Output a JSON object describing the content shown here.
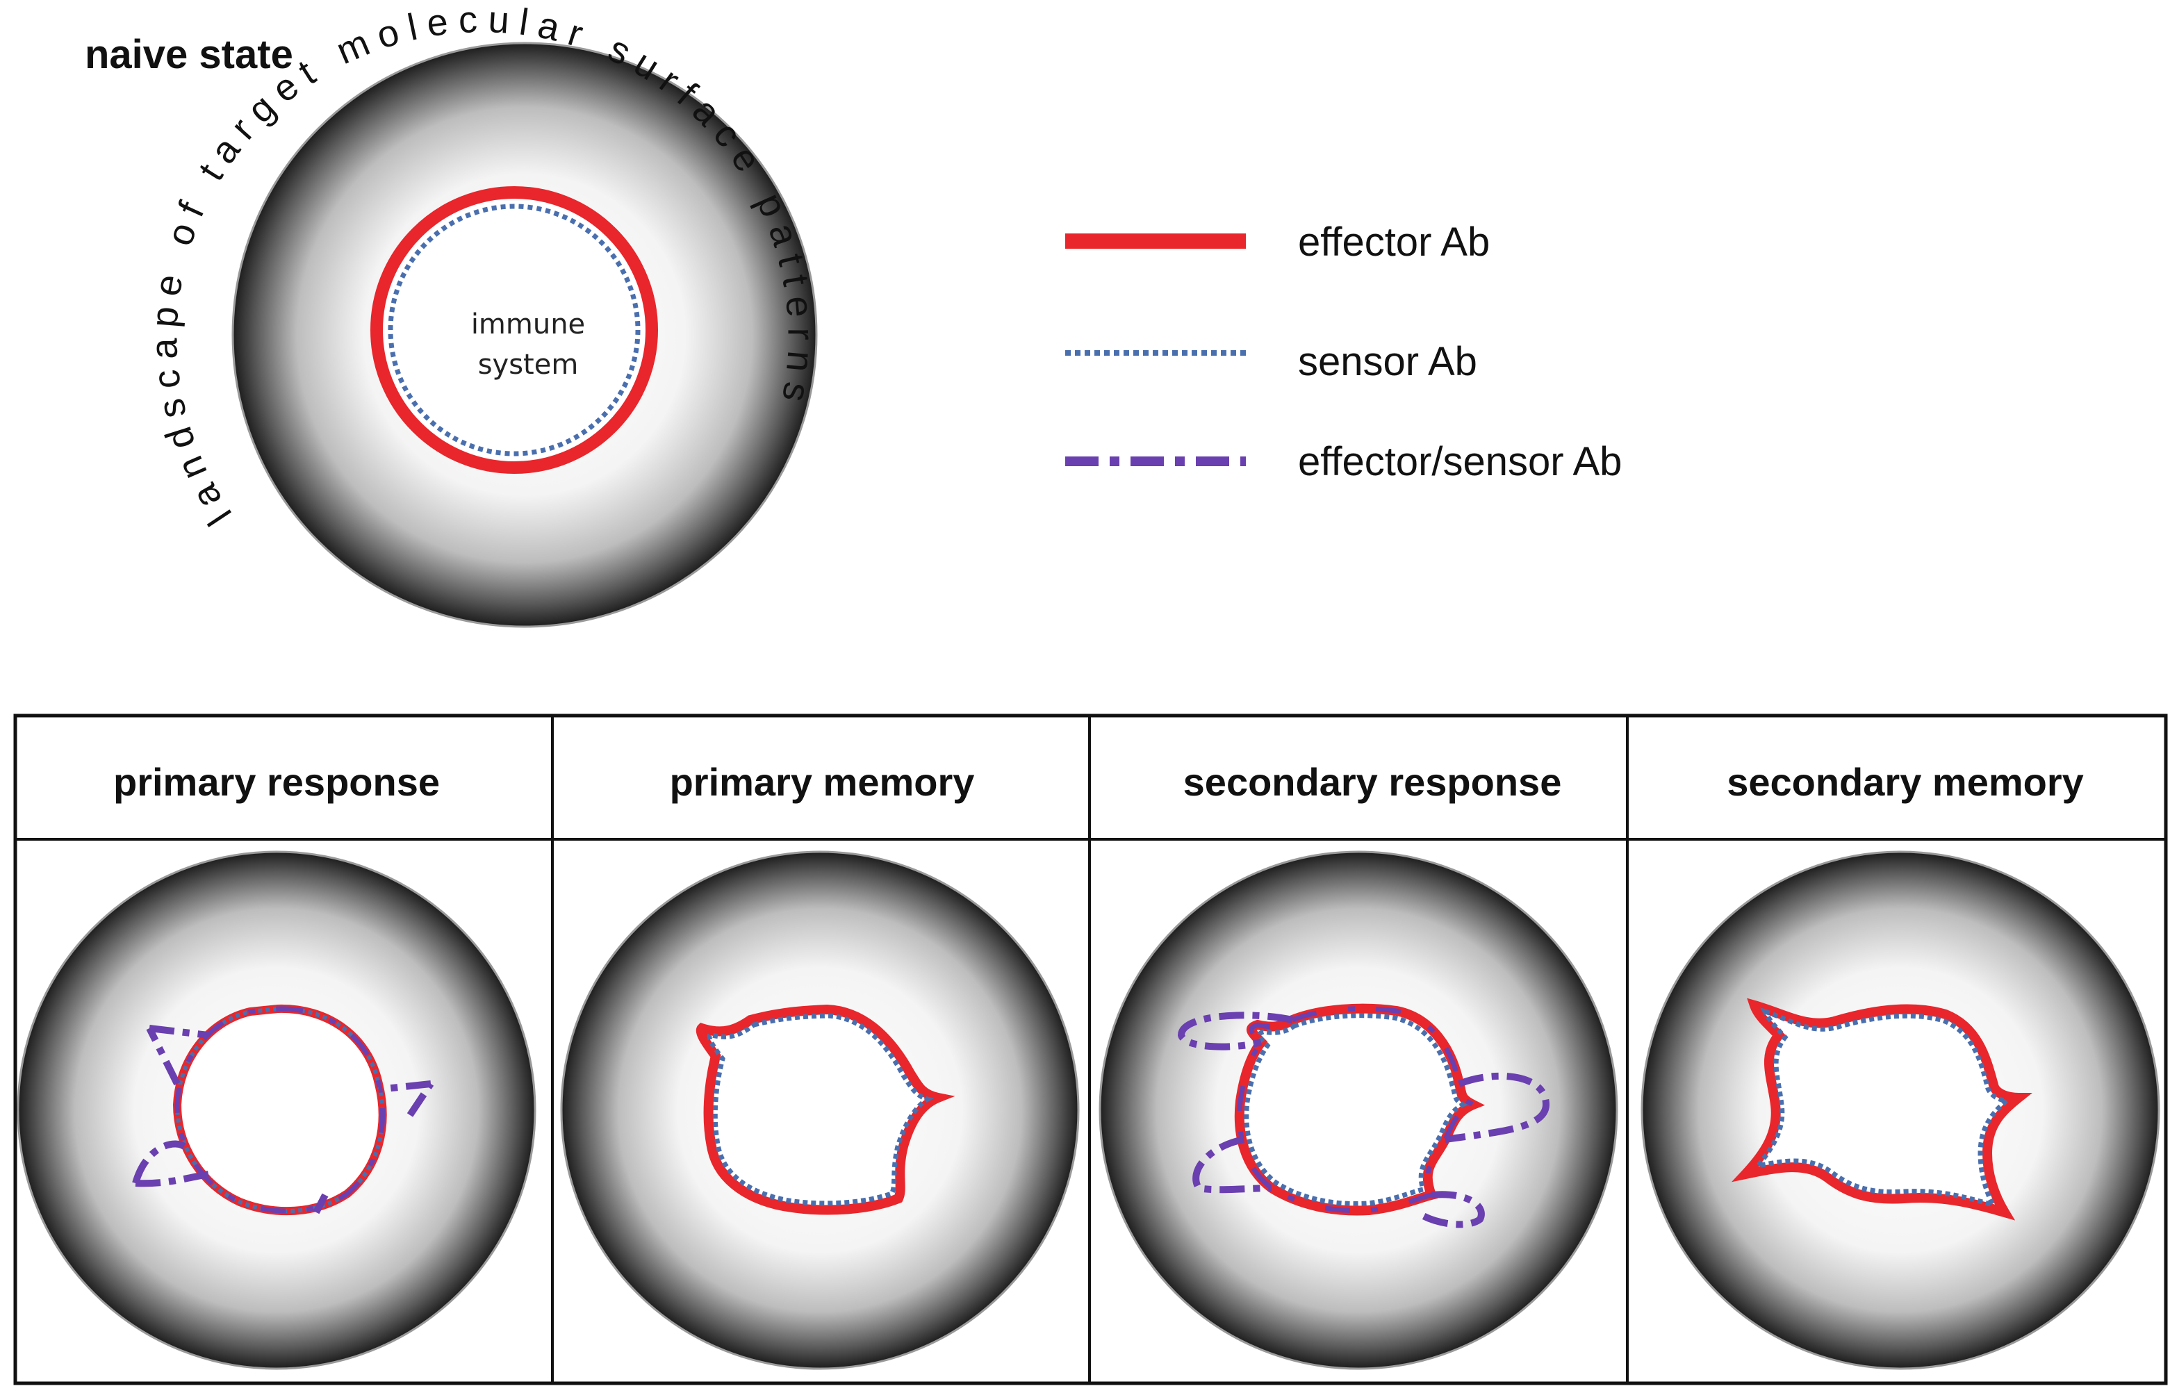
{
  "naive": {
    "title": "naive state",
    "inner_label_line1": "immune",
    "inner_label_line2": "system",
    "arc_text": "landscape of target molecular surface patterns"
  },
  "legend": {
    "items": [
      {
        "label": "effector Ab",
        "style": "solid",
        "color": "#e8262b"
      },
      {
        "label": "sensor Ab",
        "style": "dotted",
        "color": "#4a6fae"
      },
      {
        "label": "effector/sensor Ab",
        "style": "dashdot",
        "color": "#6a3fb0"
      }
    ]
  },
  "panels": [
    {
      "title": "primary response"
    },
    {
      "title": "primary memory"
    },
    {
      "title": "secondary response"
    },
    {
      "title": "secondary memory"
    }
  ],
  "colors": {
    "effector": "#e8262b",
    "sensor": "#4a6fae",
    "effector_sensor": "#6a3fb0",
    "sphere_edge": "#1e1e1e",
    "border": "#111111"
  }
}
